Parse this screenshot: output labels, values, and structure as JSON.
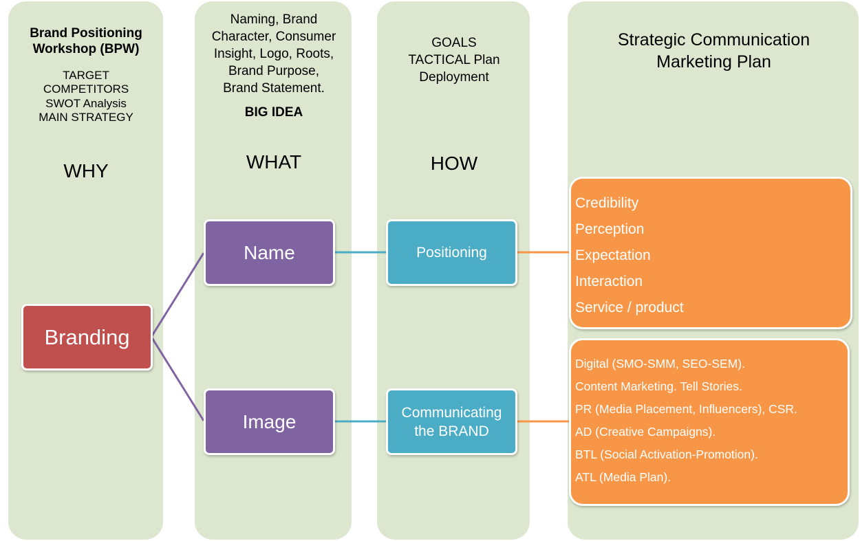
{
  "columns": {
    "why": {
      "heading": "Brand Positioning Workshop (BPW)",
      "items": [
        "TARGET",
        "COMPETITORS",
        "SWOT Analysis",
        "MAIN STRATEGY"
      ],
      "label": "WHY"
    },
    "what": {
      "items": [
        "Naming, Brand",
        "Character, Consumer",
        "Insight, Logo, Roots,",
        "Brand Purpose,",
        "Brand Statement."
      ],
      "big_idea": "BIG IDEA",
      "label": "WHAT"
    },
    "how": {
      "items": [
        "GOALS",
        "TACTICAL Plan",
        "Deployment"
      ],
      "label": "HOW"
    },
    "plan": {
      "title_lines": [
        "Strategic Communication",
        "Marketing Plan"
      ]
    }
  },
  "nodes": {
    "branding": "Branding",
    "name": "Name",
    "image": "Image",
    "positioning": "Positioning",
    "communicating": [
      "Communicating",
      "the BRAND"
    ]
  },
  "boxes": {
    "top": [
      "Credibility",
      "Perception",
      "Expectation",
      "Interaction",
      "Service / product"
    ],
    "bottom": [
      "Digital (SMO-SMM, SEO-SEM).",
      "Content Marketing. Tell Stories.",
      "PR (Media Placement, Influencers),  CSR.",
      "AD (Creative Campaigns).",
      "BTL (Social Activation-Promotion).",
      "ATL (Media Plan)."
    ]
  },
  "colors": {
    "column_bg": "#dde7cf",
    "branding": "#c0504d",
    "name_image": "#8064a2",
    "positioning": "#4bacc6",
    "plan_boxes": "#f79646",
    "connector_purple": "#8064a2",
    "connector_blue": "#4bacc6",
    "connector_orange": "#f79646"
  }
}
